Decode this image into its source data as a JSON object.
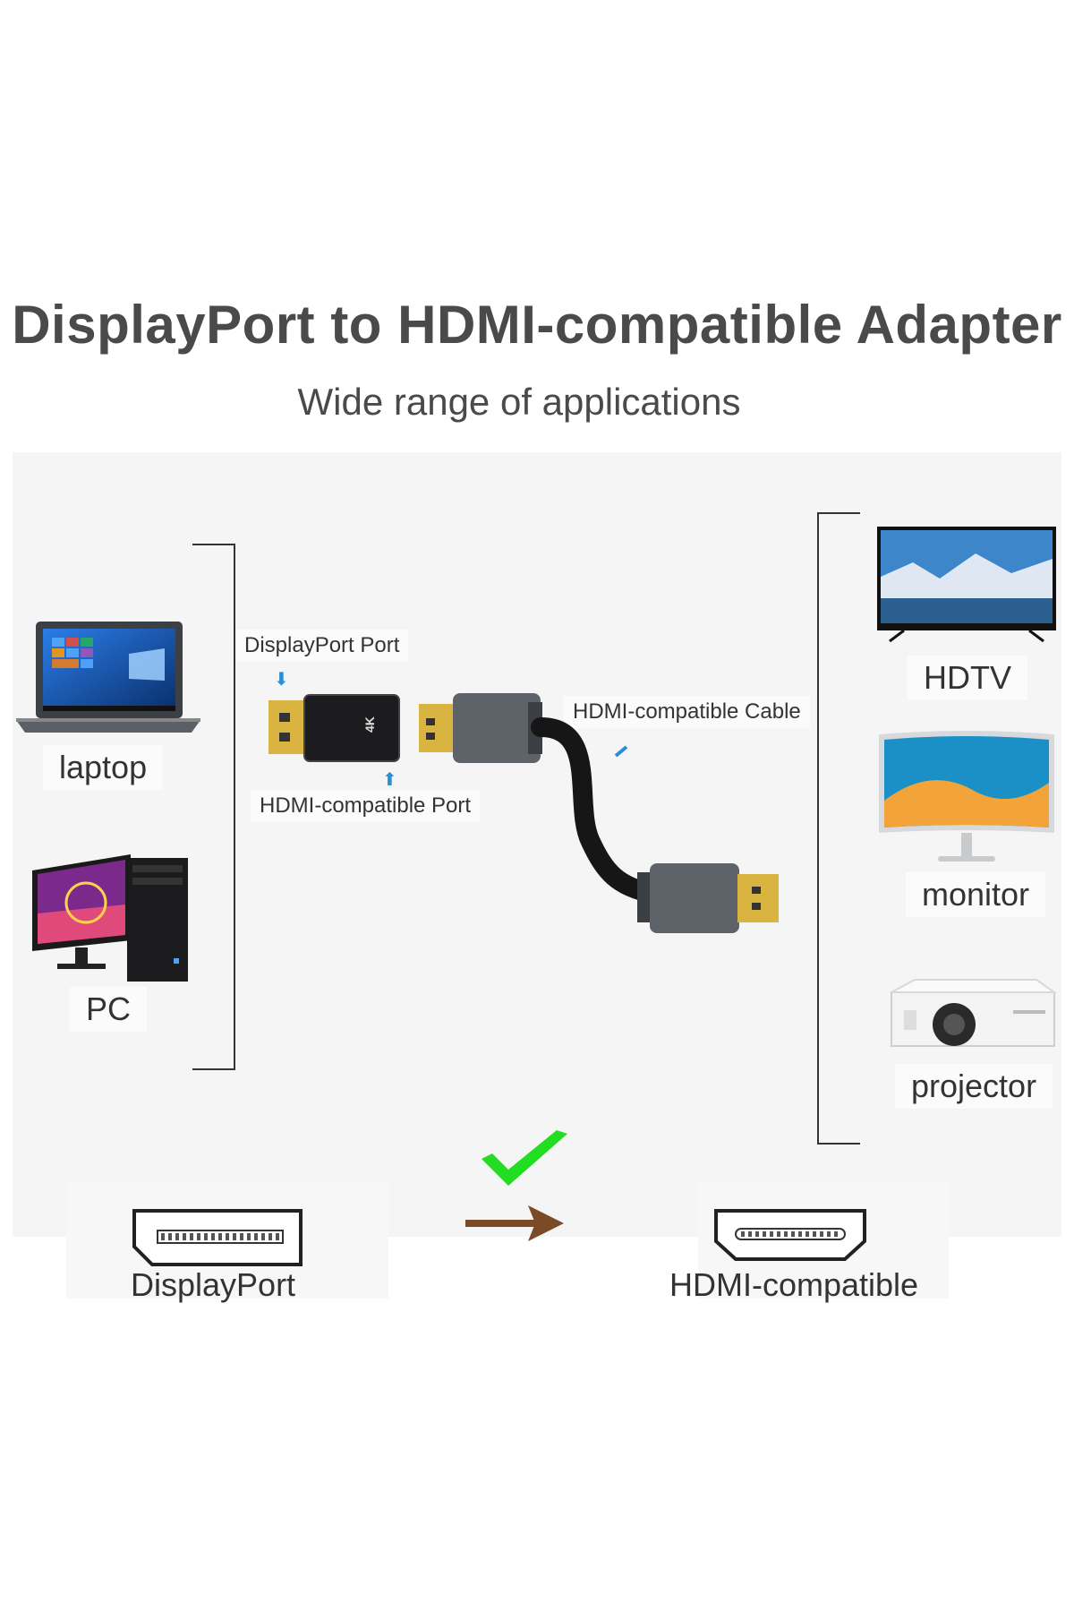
{
  "header": {
    "title": "DisplayPort to HDMI-compatible Adapter",
    "subtitle": "Wide range of applications"
  },
  "sources": {
    "laptop": "laptop",
    "pc": "PC"
  },
  "adapter": {
    "displayport_port": "DisplayPort Port",
    "hdmi_port": "HDMI-compatible Port",
    "hdmi_cable": "HDMI-compatible Cable",
    "badge": "4K"
  },
  "targets": {
    "hdtv": "HDTV",
    "monitor": "monitor",
    "projector": "projector"
  },
  "connectors": {
    "from": "DisplayPort",
    "to": "HDMI-compatible"
  },
  "colors": {
    "check": "#22dd22",
    "arrow": "#7b4a26",
    "pointer": "#2a8fd6",
    "connector_gold": "#d9b441"
  }
}
